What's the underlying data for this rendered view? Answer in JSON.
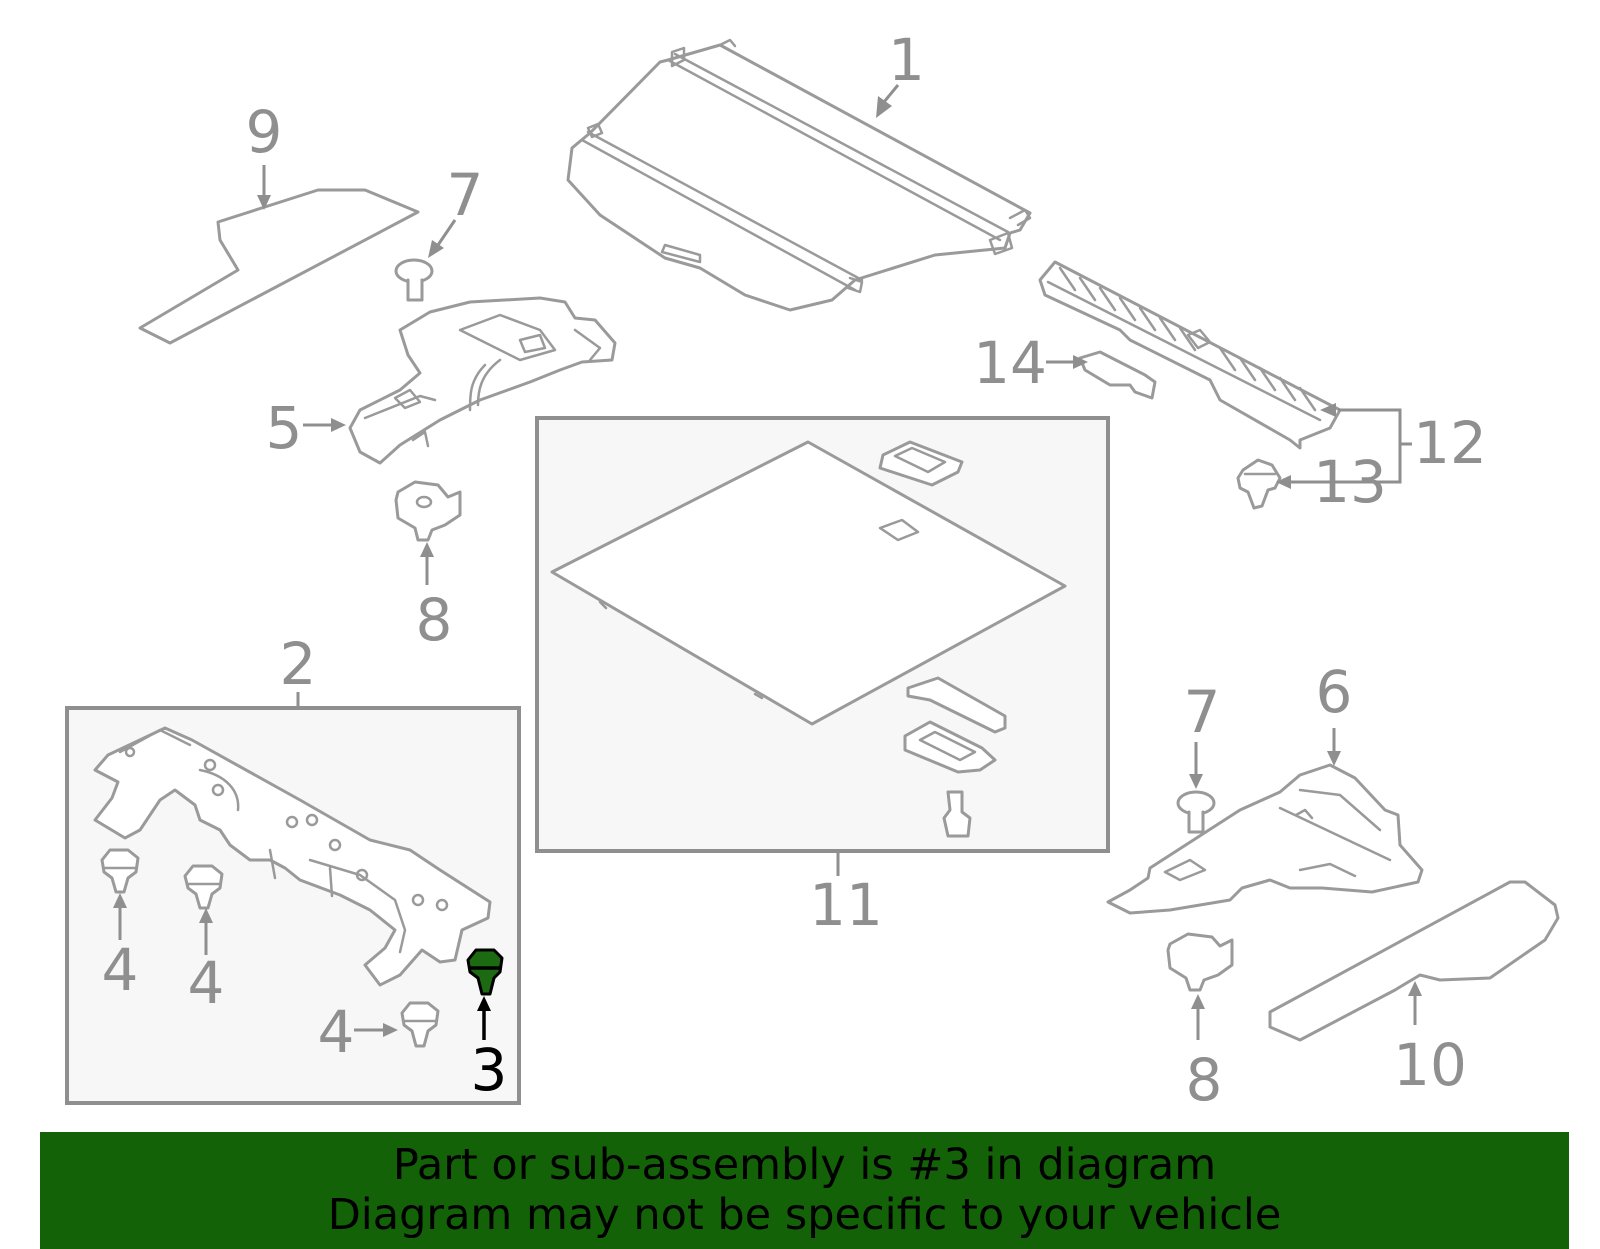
{
  "diagram": {
    "callouts": {
      "c1": "1",
      "c2": "2",
      "c3": "3",
      "c4a": "4",
      "c4b": "4",
      "c4c": "4",
      "c5": "5",
      "c6": "6",
      "c7a": "7",
      "c7b": "7",
      "c8a": "8",
      "c8b": "8",
      "c9": "9",
      "c10": "10",
      "c11": "11",
      "c12": "12",
      "c13": "13",
      "c14": "14"
    },
    "highlighted_part": "3"
  },
  "banner": {
    "line1": "Part or sub-assembly is #3 in diagram",
    "line2": "Diagram may not be specific to your vehicle"
  },
  "colors": {
    "highlight_fill": "#1c6b12",
    "banner_bg": "#136208",
    "line_gray": "#9a9a9a"
  }
}
